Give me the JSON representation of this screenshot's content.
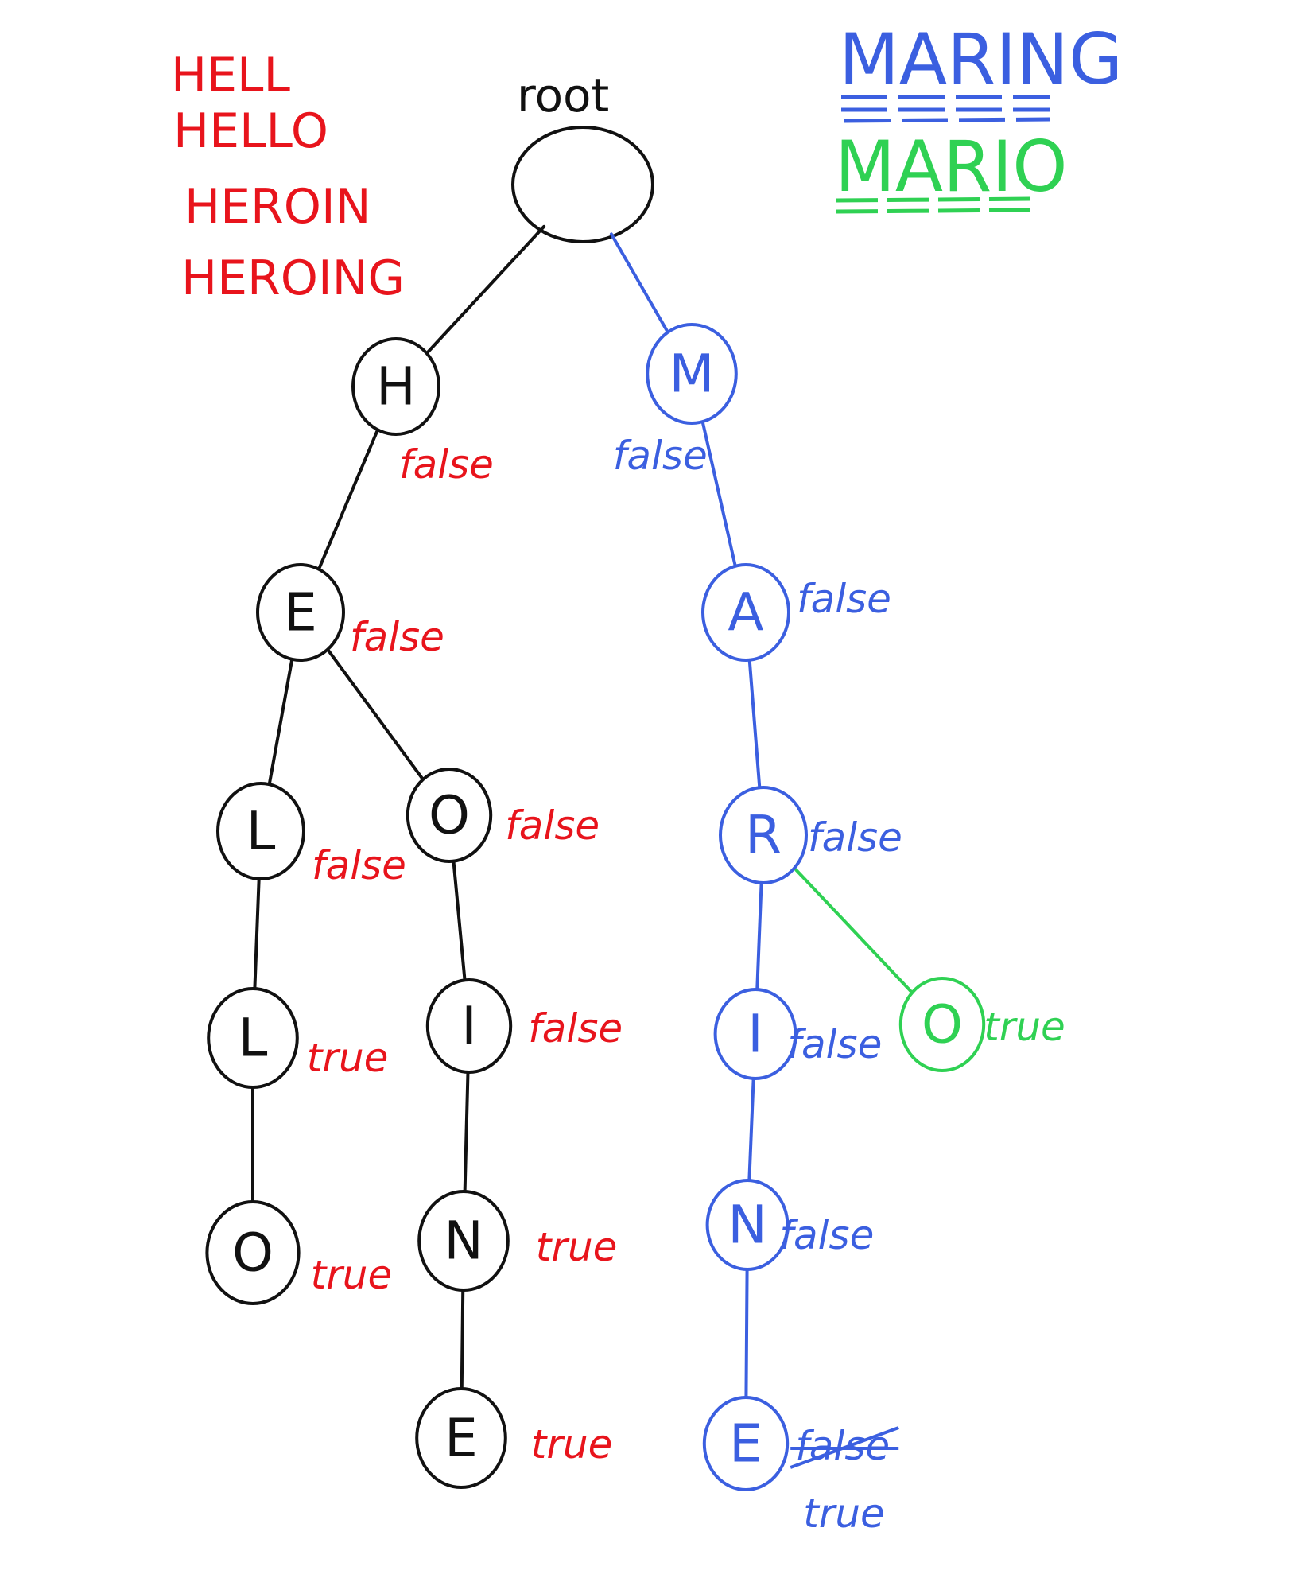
{
  "colors": {
    "ink": "#111111",
    "red": "#e8141c",
    "blue": "#3b5fe0",
    "green": "#2fd153"
  },
  "words_red": [
    "HELL",
    "HELLO",
    "HEROIN",
    "HEROING"
  ],
  "words_blue": "MARING",
  "words_green": "MARIO",
  "root_label": "root",
  "nodes": [
    {
      "id": "H",
      "letter": "H",
      "flag": "false",
      "color": "ink"
    },
    {
      "id": "E1",
      "letter": "E",
      "flag": "false",
      "color": "ink"
    },
    {
      "id": "L1",
      "letter": "L",
      "flag": "false",
      "color": "ink"
    },
    {
      "id": "L2",
      "letter": "L",
      "flag": "true",
      "color": "ink"
    },
    {
      "id": "O1",
      "letter": "O",
      "flag": "true",
      "color": "ink"
    },
    {
      "id": "O2",
      "letter": "O",
      "flag": "false",
      "color": "ink"
    },
    {
      "id": "I1",
      "letter": "I",
      "flag": "false",
      "color": "ink"
    },
    {
      "id": "N1",
      "letter": "N",
      "flag": "true",
      "color": "ink"
    },
    {
      "id": "E2",
      "letter": "E",
      "flag": "true",
      "color": "ink"
    },
    {
      "id": "M",
      "letter": "M",
      "flag": "false",
      "color": "blue"
    },
    {
      "id": "A",
      "letter": "A",
      "flag": "false",
      "color": "blue"
    },
    {
      "id": "R",
      "letter": "R",
      "flag": "false",
      "color": "blue"
    },
    {
      "id": "I2",
      "letter": "I",
      "flag": "false",
      "color": "blue"
    },
    {
      "id": "N2",
      "letter": "N",
      "flag": "false",
      "color": "blue"
    },
    {
      "id": "E3",
      "letter": "E",
      "flag": "false",
      "flag_struck": true,
      "flag_correction": "true",
      "color": "blue"
    },
    {
      "id": "O3",
      "letter": "O",
      "flag": "true",
      "color": "green"
    }
  ],
  "edges": [
    {
      "from": "root",
      "to": "H",
      "color": "ink"
    },
    {
      "from": "root",
      "to": "M",
      "color": "blue"
    },
    {
      "from": "H",
      "to": "E1",
      "color": "ink"
    },
    {
      "from": "E1",
      "to": "L1",
      "color": "ink"
    },
    {
      "from": "E1",
      "to": "O2",
      "color": "ink"
    },
    {
      "from": "L1",
      "to": "L2",
      "color": "ink"
    },
    {
      "from": "L2",
      "to": "O1",
      "color": "ink"
    },
    {
      "from": "O2",
      "to": "I1",
      "color": "ink"
    },
    {
      "from": "I1",
      "to": "N1",
      "color": "ink"
    },
    {
      "from": "N1",
      "to": "E2",
      "color": "ink"
    },
    {
      "from": "M",
      "to": "A",
      "color": "blue"
    },
    {
      "from": "A",
      "to": "R",
      "color": "blue"
    },
    {
      "from": "R",
      "to": "I2",
      "color": "blue"
    },
    {
      "from": "R",
      "to": "O3",
      "color": "green"
    },
    {
      "from": "I2",
      "to": "N2",
      "color": "blue"
    },
    {
      "from": "N2",
      "to": "E3",
      "color": "blue"
    }
  ]
}
